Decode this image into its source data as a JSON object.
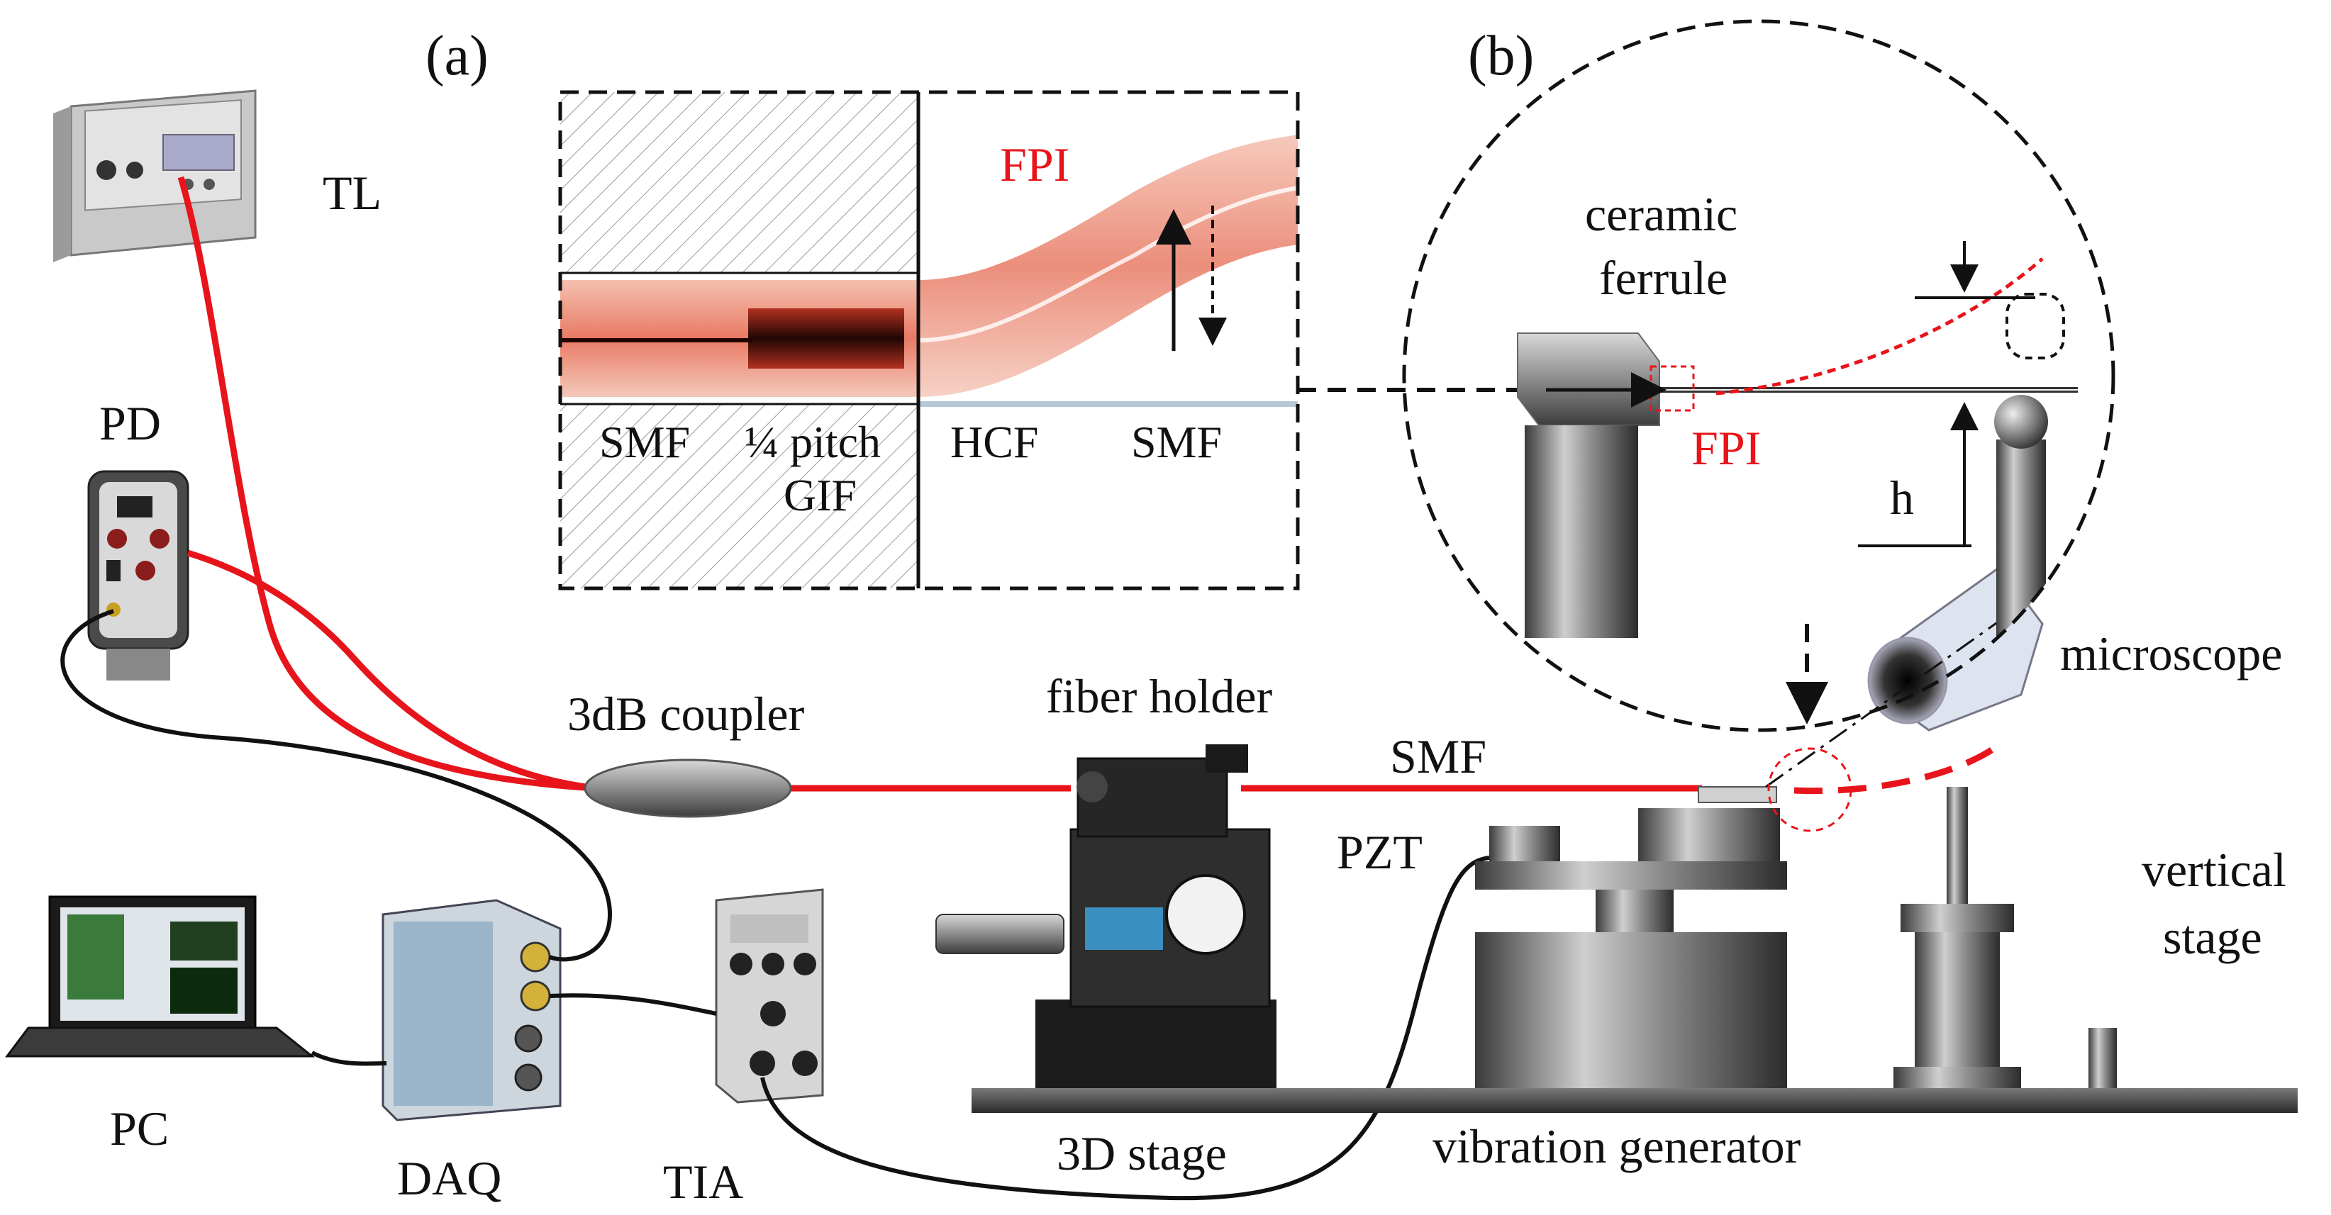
{
  "panels": {
    "a": "(a)",
    "b": "(b)"
  },
  "labels": {
    "tl": "TL",
    "pd": "PD",
    "pc": "PC",
    "daq": "DAQ",
    "tia": "TIA",
    "coupler": "3dB coupler",
    "fiber_holder": "fiber holder",
    "smf_main": "SMF",
    "pzt": "PZT",
    "stage3d": "3D stage",
    "vibration_generator": "vibration generator",
    "vertical_stage_line1": "vertical",
    "vertical_stage_line2": "stage",
    "microscope": "microscope"
  },
  "inset_a": {
    "fpi": "FPI",
    "smf_left": "SMF",
    "gif_line1": "¼ pitch",
    "gif_line2": "GIF",
    "hcf": "HCF",
    "smf_right": "SMF"
  },
  "inset_b": {
    "ferrule_line1": "ceramic",
    "ferrule_line2": "ferrule",
    "fpi": "FPI",
    "h": "h"
  },
  "colors": {
    "fiber_red": "#e8141b",
    "label_red": "#e8141b",
    "text": "#111111",
    "cable": "#111111"
  }
}
